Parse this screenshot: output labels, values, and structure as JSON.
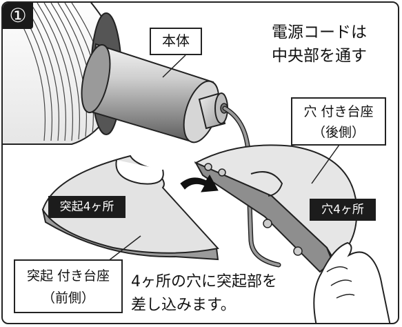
{
  "step_number": "①",
  "labels": {
    "body": "本体",
    "cord_note_line1": "電源コードは",
    "cord_note_line2": "中央部を通す",
    "rear_base_line1": "穴 付き台座",
    "rear_base_line2": "（後側）",
    "front_base_line1": "突起 付き台座",
    "front_base_line2": "（前側）",
    "protrusions": "突起4ヶ所",
    "holes": "穴4ヶ所",
    "instruction_line1": "4ヶ所の穴に突起部を",
    "instruction_line2": "差し込みます。"
  },
  "icons": [
    "pipe-illustration",
    "device-body-illustration",
    "power-cord-illustration",
    "front-base-plate",
    "rear-base-plate",
    "direction-arrow-icon",
    "hand-illustration"
  ]
}
